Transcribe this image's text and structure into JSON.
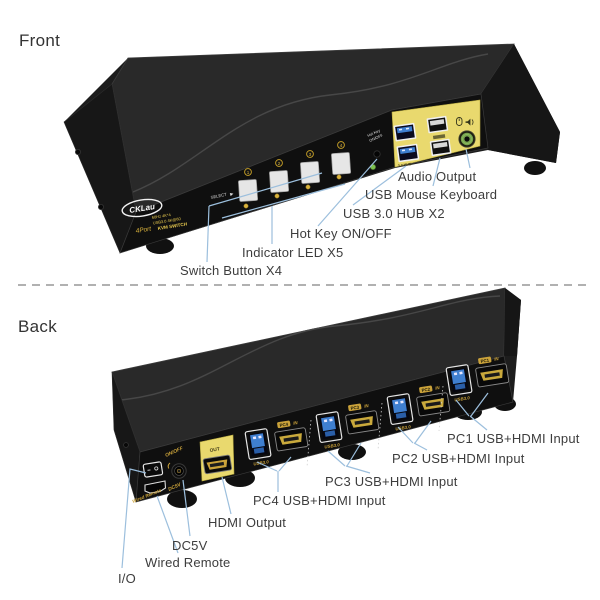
{
  "front_section": {
    "heading": "Front",
    "device": {
      "brand": "CKLau",
      "model_line1": "60Hz 4K*4",
      "model_line2": "USB3.0 4K@60",
      "model_line3": "KVM SWITCH",
      "model_script": "4Port",
      "select_label": "SELECT",
      "hotkey_device_line1": "Hot Key",
      "hotkey_device_line2": "ON/OFF",
      "button_numbers": [
        "1",
        "2",
        "3",
        "4"
      ],
      "usb_hub_port_label": "3.0 HUB"
    },
    "callouts": [
      "Audio Output",
      "USB Mouse Keyboard",
      "USB 3.0 HUB X2",
      "Hot Key ON/OFF",
      "Indicator LED X5",
      "Switch Button X4"
    ]
  },
  "back_section": {
    "heading": "Back",
    "device": {
      "out_label": "OUT",
      "onoff_label": "ON/OFF",
      "dc_label": "DC5V",
      "wired_remote_label": "Wired Remote",
      "usb3_label": "USB3.0",
      "in_label": "IN",
      "pc_badges": [
        "PC4",
        "PC3",
        "PC2",
        "PC1"
      ]
    },
    "callouts": [
      "PC1 USB+HDMI Input",
      "PC2 USB+HDMI Input",
      "PC3 USB+HDMI Input",
      "PC4 USB+HDMI Input",
      "HDMI Output",
      "DC5V",
      "Wired Remote",
      "I/O"
    ]
  },
  "colors": {
    "leader_blue": "#9cbfdd",
    "panel_yellow": "#e9d96e",
    "usb_blue": "#3f7fd0",
    "gold": "#caa23a",
    "audio_green": "#76a24e",
    "body_black": "#1f1f1f"
  }
}
